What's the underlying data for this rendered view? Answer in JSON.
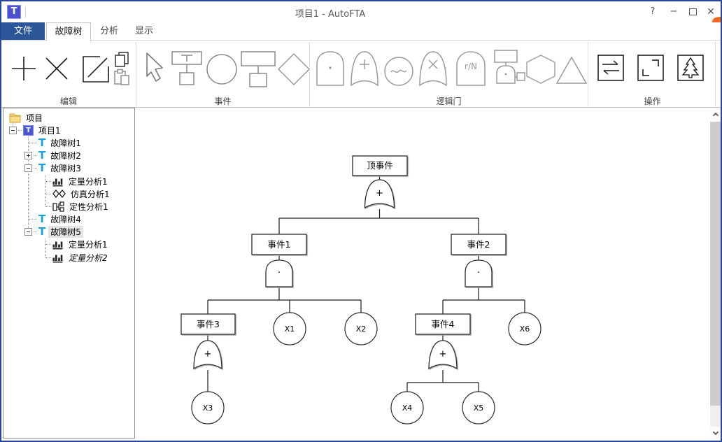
{
  "window": {
    "title": "项目1 - AutoFTA",
    "app_icon_letter": "T",
    "help_glyph": "?",
    "minimize_glyph": "−",
    "close_glyph": "✕",
    "mdi_close_glyph": "✕"
  },
  "tabs": {
    "file": "文件",
    "fault_tree": "故障树",
    "analysis": "分析",
    "display": "显示",
    "active": "故障树",
    "file_tab_color": "#2b579a"
  },
  "ribbon": {
    "groups": {
      "edit": {
        "label": "编辑",
        "buttons": [
          "add",
          "delete",
          "edit",
          "copy",
          "paste"
        ]
      },
      "event": {
        "label": "事件",
        "buttons": [
          "select-cursor",
          "top-event",
          "basic-event",
          "intermediate-event",
          "undeveloped-event"
        ]
      },
      "gate": {
        "label": "逻辑门",
        "buttons": [
          "and-gate",
          "or-gate",
          "inhibit-circle",
          "xor-gate",
          "voting-gate",
          "inhibit-gate",
          "hexagon",
          "transfer-triangle"
        ]
      },
      "operate": {
        "label": "操作",
        "buttons": [
          "swap-layout",
          "fit-view",
          "tree-view"
        ]
      }
    },
    "voting_label": "r/N"
  },
  "sidebar": {
    "tree": [
      {
        "label": "项目",
        "icon": "folder",
        "level": 0
      },
      {
        "label": "项目1",
        "icon": "project",
        "level": 1,
        "expander": "minus"
      },
      {
        "label": "故障树1",
        "icon": "fault-tree",
        "level": 2
      },
      {
        "label": "故障树2",
        "icon": "fault-tree",
        "level": 2,
        "expander": "plus"
      },
      {
        "label": "故障树3",
        "icon": "fault-tree",
        "level": 2,
        "expander": "minus"
      },
      {
        "label": "定量分析1",
        "icon": "quant-analysis",
        "level": 3
      },
      {
        "label": "仿真分析1",
        "icon": "sim-analysis",
        "level": 3
      },
      {
        "label": "定性分析1",
        "icon": "qual-analysis",
        "level": 3
      },
      {
        "label": "故障树4",
        "icon": "fault-tree",
        "level": 2
      },
      {
        "label": "故障树5",
        "icon": "fault-tree",
        "level": 2,
        "expander": "minus",
        "selected": true
      },
      {
        "label": "定量分析1",
        "icon": "quant-analysis",
        "level": 3
      },
      {
        "label": "定量分析2",
        "icon": "quant-analysis",
        "level": 3,
        "italic": true
      }
    ]
  },
  "canvas": {
    "nodes": {
      "top": {
        "label": "顶事件",
        "shape": "rect"
      },
      "e1": {
        "label": "事件1",
        "shape": "rect"
      },
      "e2": {
        "label": "事件2",
        "shape": "rect"
      },
      "e3": {
        "label": "事件3",
        "shape": "rect"
      },
      "e4": {
        "label": "事件4",
        "shape": "rect"
      },
      "x1": {
        "label": "X1",
        "shape": "circle"
      },
      "x2": {
        "label": "X2",
        "shape": "circle"
      },
      "x3": {
        "label": "X3",
        "shape": "circle"
      },
      "x4": {
        "label": "X4",
        "shape": "circle"
      },
      "x5": {
        "label": "X5",
        "shape": "circle"
      },
      "x6": {
        "label": "X6",
        "shape": "circle"
      }
    },
    "symbols": {
      "or": "+",
      "and": "·"
    },
    "fault_tree": [
      {
        "at": "顶事件",
        "gate": "OR",
        "children": [
          "事件1",
          "事件2"
        ]
      },
      {
        "at": "事件1",
        "gate": "AND",
        "children": [
          "事件3",
          "X1",
          "X2"
        ]
      },
      {
        "at": "事件3",
        "gate": "OR",
        "children": [
          "X3"
        ]
      },
      {
        "at": "事件2",
        "gate": "AND",
        "children": [
          "事件4",
          "X6"
        ]
      },
      {
        "at": "事件4",
        "gate": "OR",
        "children": [
          "X4",
          "X5"
        ]
      }
    ]
  }
}
